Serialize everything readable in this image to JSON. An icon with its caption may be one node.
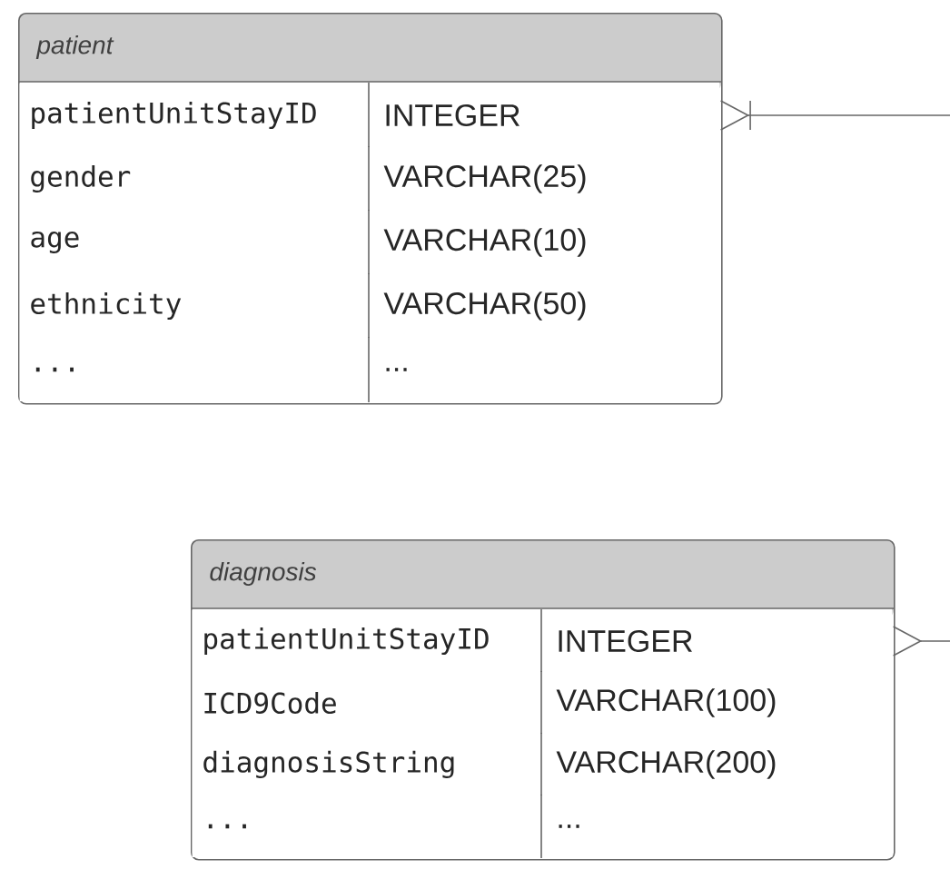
{
  "diagram": {
    "nodes": [
      {
        "text": [
          "patient"
        ]
      },
      {
        "text": [
          "patientUnitStayID",
          "INTEGER"
        ],
        "in": 0
      },
      {
        "text": [
          "gender",
          "VARCHAR(25)"
        ],
        "in": 0
      },
      {
        "text": [
          "age",
          "VARCHAR(10)"
        ],
        "in": 0
      },
      {
        "text": [
          "ethnicity",
          "VARCHAR(50)"
        ],
        "in": 0
      },
      {
        "text": [
          "...",
          "..."
        ],
        "in": 0
      },
      {
        "text": [
          "diagnosis"
        ]
      },
      {
        "text": [
          "patientUnitStayID",
          "INTEGER"
        ],
        "in": 6
      },
      {
        "text": [
          "ICD9Code",
          "VARCHAR(100)"
        ],
        "in": 6
      },
      {
        "text": [
          "diagnosisString",
          "VARCHAR(200)"
        ],
        "in": 6
      },
      {
        "text": [
          "...",
          "..."
        ],
        "in": 6
      }
    ],
    "edges": [
      {
        "from": null,
        "to": 1,
        "arrow": "other"
      },
      {
        "from": null,
        "to": 7,
        "arrow": "other"
      }
    ]
  }
}
